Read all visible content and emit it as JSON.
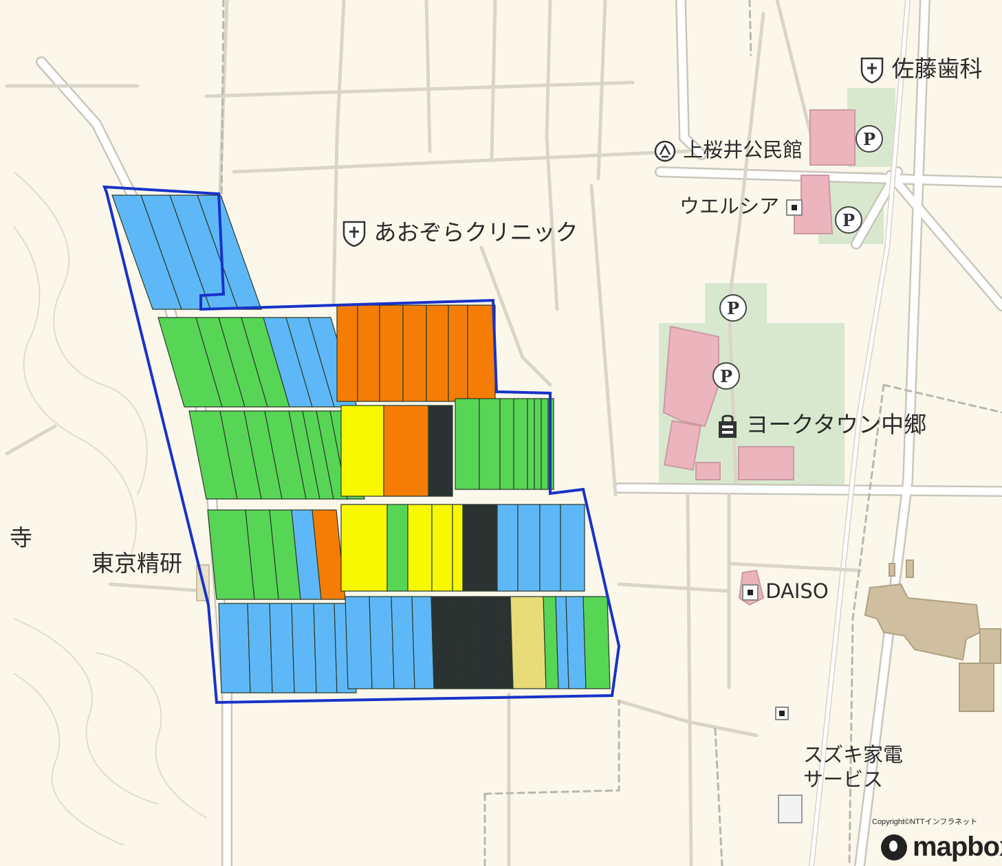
{
  "map": {
    "colors": {
      "background": "#fbf7ea",
      "road": "#ffffff",
      "road_edge": "#c9c6bb",
      "green_area": "#d8e8cf",
      "building_pink": "#ecb4bd",
      "building_tan": "#cfbfa0",
      "boundary": "#1732c9",
      "field_blue": "#5eb8f7",
      "field_green": "#57d655",
      "field_orange": "#f57d05",
      "field_yellow": "#f8f800",
      "field_dark": "#2b3232",
      "field_khaki": "#e8dc78"
    },
    "labels": {
      "clinic": "あおぞらクリニック",
      "dental": "佐藤歯科",
      "hall": "上桜井公民館",
      "drugstore": "ウエルシア",
      "mall": "ヨークタウン中郷",
      "daiso": "DAISO",
      "tokyo_seiken": "東京精研",
      "temple": "寺",
      "suzuki_line1": "スズキ家電",
      "suzuki_line2": "サービス",
      "parking": "P"
    },
    "icons": {
      "clinic": "hospital-shield-icon",
      "dental": "hospital-shield-icon",
      "hall": "public-hall-icon",
      "drugstore": "shop-icon",
      "mall": "shopping-bag-icon",
      "daiso": "shop-icon",
      "parking": "parking-icon"
    },
    "attribution": {
      "copyright": "Copyright©NTTインフラネット",
      "brand": "mapbox"
    }
  }
}
